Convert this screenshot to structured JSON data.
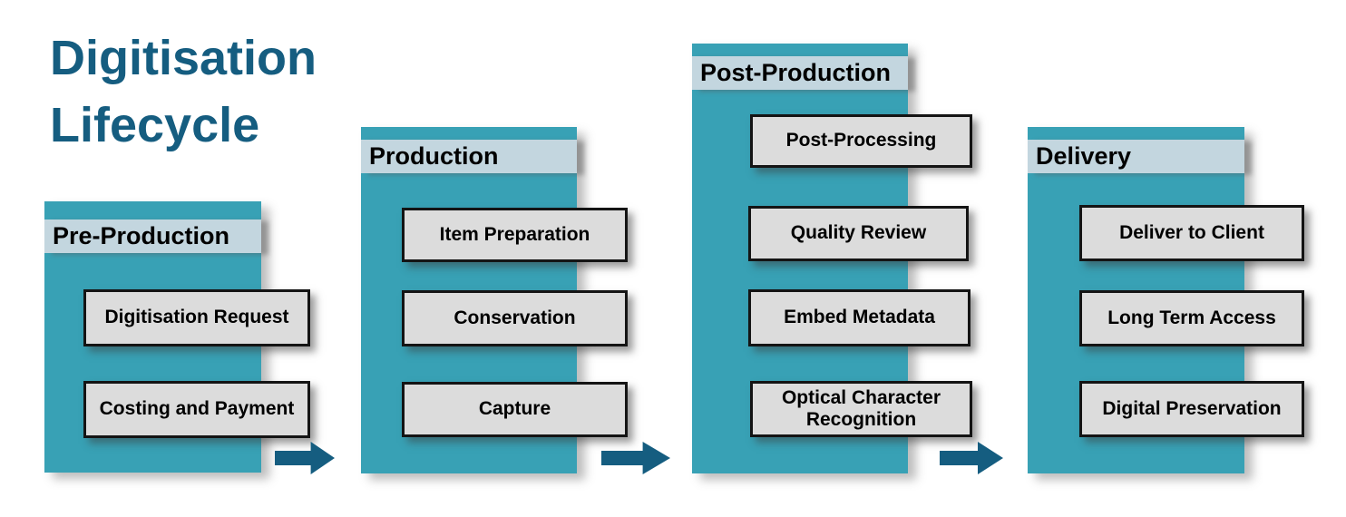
{
  "title": {
    "line1": "Digitisation",
    "line2": "Lifecycle"
  },
  "colors": {
    "accent": "#155d80",
    "teal": "#38a1b5",
    "band": "#c3d6df",
    "box": "#dcdcdc",
    "border": "#141414"
  },
  "icons": {
    "flow_arrow": "right-arrow"
  },
  "stages": [
    {
      "title": "Pre-Production",
      "items": [
        "Digitisation Request",
        "Costing and Payment"
      ]
    },
    {
      "title": "Production",
      "items": [
        "Item Preparation",
        "Conservation",
        "Capture"
      ]
    },
    {
      "title": "Post-Production",
      "items": [
        "Post-Processing",
        "Quality Review",
        "Embed Metadata",
        "Optical Character Recognition"
      ]
    },
    {
      "title": "Delivery",
      "items": [
        "Deliver to Client",
        "Long Term Access",
        "Digital Preservation"
      ]
    }
  ]
}
